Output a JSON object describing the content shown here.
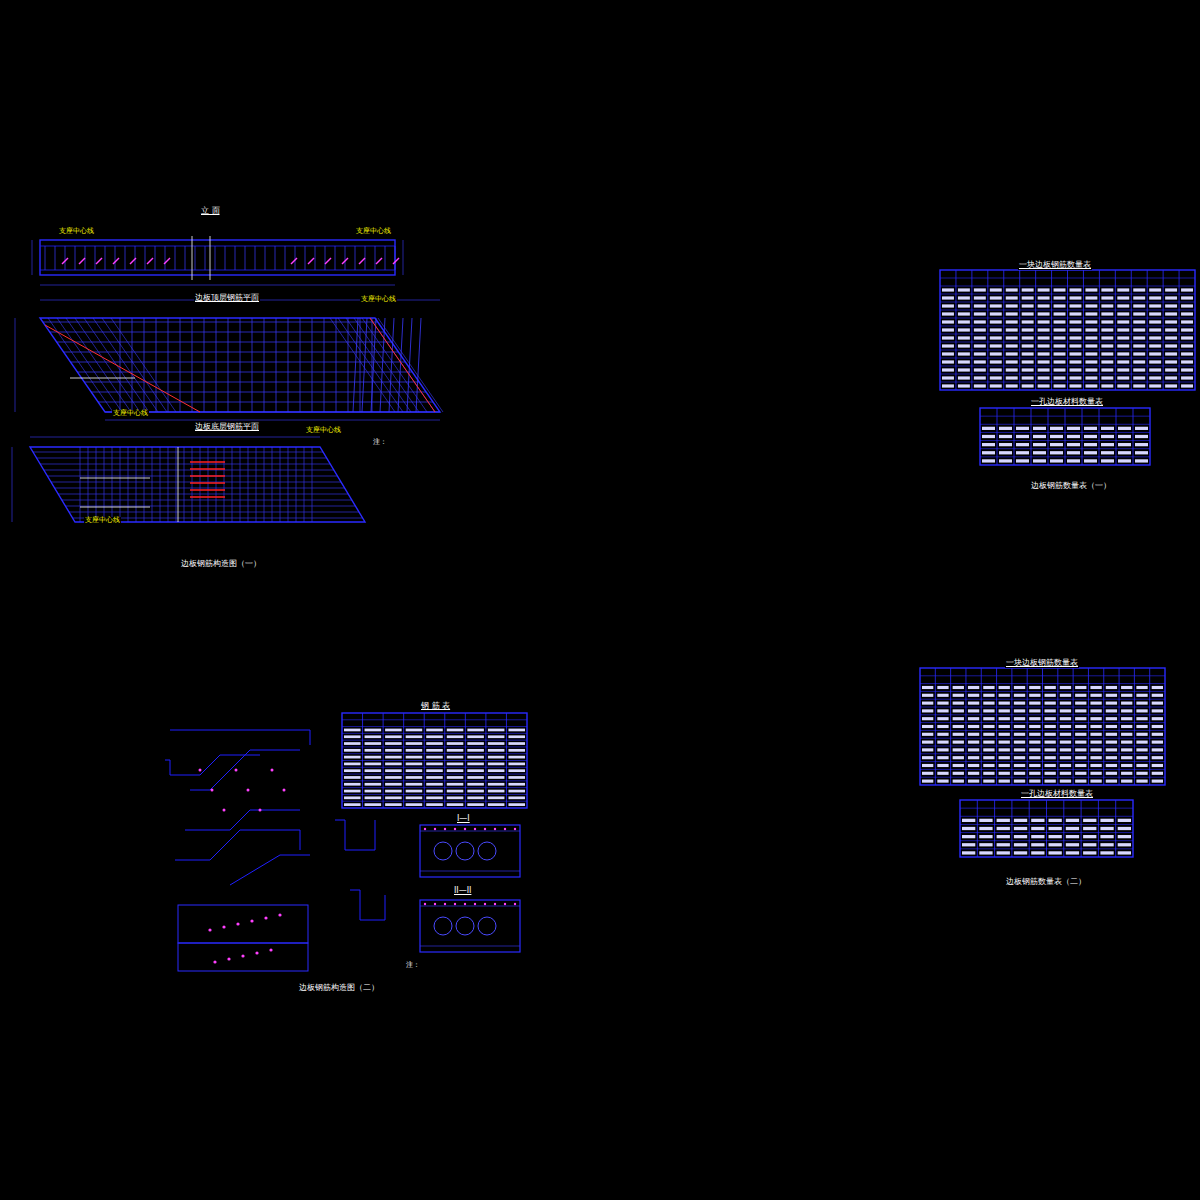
{
  "diagram": {
    "labels": [
      "立 面",
      "边板顶层钢筋平面",
      "边板底层钢筋平面",
      "边板钢筋构造图（一）",
      "注：",
      "边板钢筋构造图（二）",
      "钢 筋 表",
      "I—I",
      "II—II",
      "注：",
      "一块边板钢筋数量表",
      "一孔边板材料数量表",
      "边板钢筋数量表（一）",
      "一块边板钢筋数量表",
      "一孔边板材料数量表",
      "边板钢筋数量表（二）",
      "支座中心线",
      "支座中心线",
      "支座中心线",
      "支座中心线",
      "支座中心线",
      "支座中心线"
    ]
  }
}
